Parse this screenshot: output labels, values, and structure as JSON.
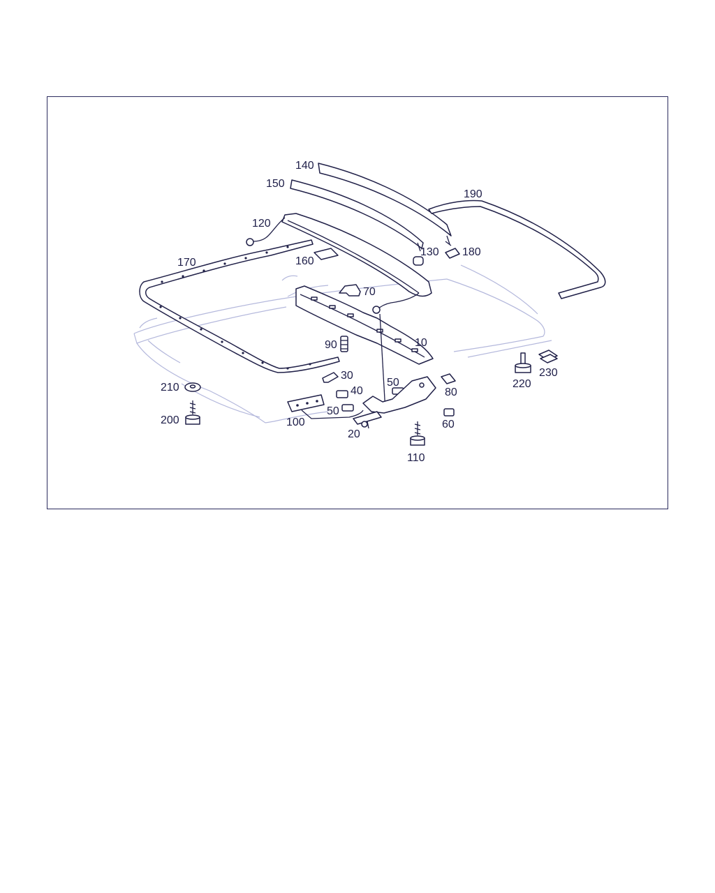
{
  "colors": {
    "ink": "#202048",
    "ghost": "#b4b8dc",
    "frame": "#2b2b5e"
  },
  "callouts": [
    {
      "label": "140",
      "part": "front-seal-strip"
    },
    {
      "label": "150",
      "part": "deflector-strip"
    },
    {
      "label": "190",
      "part": "rear-seal"
    },
    {
      "label": "120",
      "part": "wind-deflector-frame"
    },
    {
      "label": "130",
      "part": "buffer"
    },
    {
      "label": "180",
      "part": "clip"
    },
    {
      "label": "170",
      "part": "frame-seal"
    },
    {
      "label": "160",
      "part": "pad"
    },
    {
      "label": "70",
      "part": "bracket"
    },
    {
      "label": "90",
      "part": "spring"
    },
    {
      "label": "10",
      "part": "guide-rail"
    },
    {
      "label": "30",
      "part": "clamp"
    },
    {
      "label": "40",
      "part": "slider"
    },
    {
      "label": "50",
      "part": "slider-upper"
    },
    {
      "label": "50",
      "part": "slider-lower"
    },
    {
      "label": "80",
      "part": "stop"
    },
    {
      "label": "210",
      "part": "washer"
    },
    {
      "label": "200",
      "part": "screw"
    },
    {
      "label": "100",
      "part": "mounting-plate"
    },
    {
      "label": "20",
      "part": "lever"
    },
    {
      "label": "110",
      "part": "screw"
    },
    {
      "label": "60",
      "part": "stop"
    },
    {
      "label": "220",
      "part": "screw"
    },
    {
      "label": "230",
      "part": "nut-clip"
    }
  ]
}
